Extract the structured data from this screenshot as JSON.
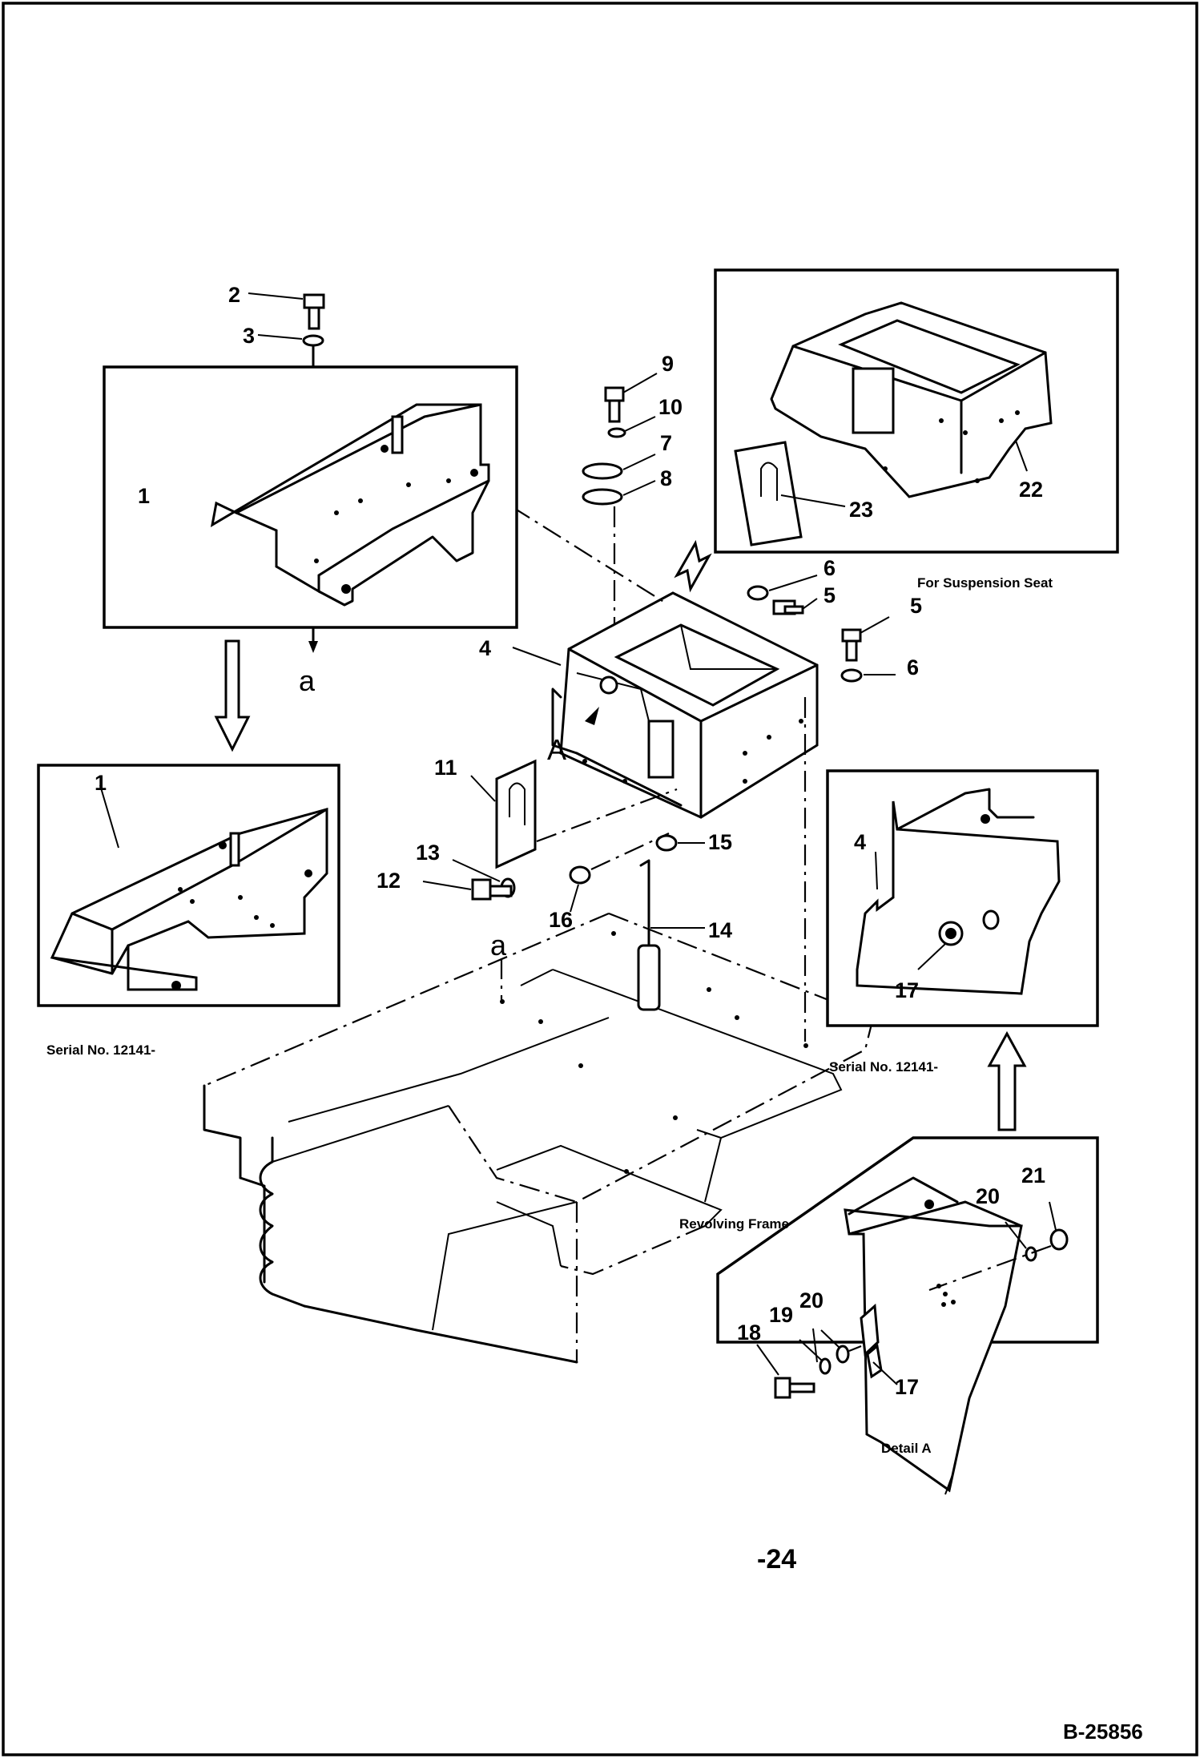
{
  "callouts": {
    "c1a": "1",
    "c1b": "1",
    "c2": "2",
    "c3": "3",
    "c4a": "4",
    "c4b": "4",
    "c5a": "5",
    "c5b": "5",
    "c6a": "6",
    "c6b": "6",
    "c7": "7",
    "c8": "8",
    "c9": "9",
    "c10": "10",
    "c11": "11",
    "c12": "12",
    "c13": "13",
    "c14": "14",
    "c15": "15",
    "c16": "16",
    "c17a": "17",
    "c17b": "17",
    "c18": "18",
    "c19": "19",
    "c20a": "20",
    "c20b": "20",
    "c21": "21",
    "c22": "22",
    "c23": "23"
  },
  "refs": {
    "a_top": "a",
    "a_bottom": "a",
    "view_A": "A"
  },
  "labels": {
    "serial_left": "Serial No. 12141-",
    "serial_right": "Serial No. 12141-",
    "suspension": "For Suspension Seat",
    "revolving_frame": "Revolving Frame",
    "detail_a": "Detail A"
  },
  "page_number": "-24",
  "doc_id": "B-25856"
}
